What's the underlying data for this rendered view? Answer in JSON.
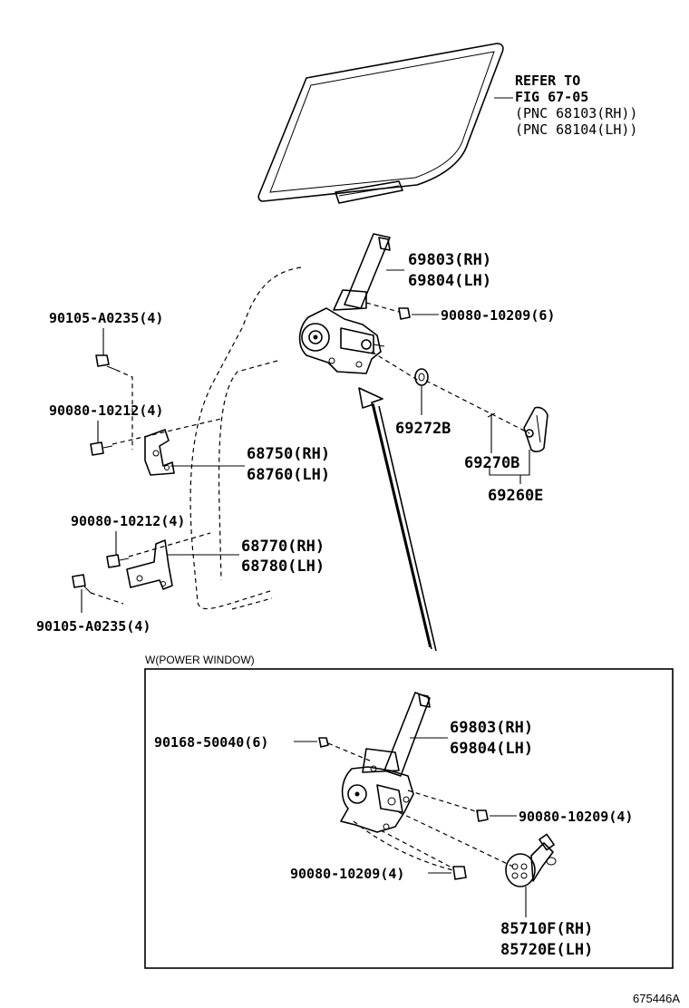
{
  "refer": {
    "line1": "REFER TO",
    "line2": "FIG 67-05",
    "line3": "(PNC 68103(RH))",
    "line4": "(PNC 68104(LH))"
  },
  "parts": {
    "regulator_rh": "69803(RH)",
    "regulator_lh": "69804(LH)",
    "bolt_top": "90080-10209(6)",
    "screw_upper": "90105-A0235(4)",
    "bolt_upper_hinge": "90080-10212(4)",
    "hinge_upper_rh": "68750(RH)",
    "hinge_upper_lh": "68760(LH)",
    "bolt_lower_hinge": "90080-10212(4)",
    "hinge_lower_rh": "68770(RH)",
    "hinge_lower_lh": "68780(LH)",
    "screw_lower": "90105-A0235(4)",
    "washer": "69272B",
    "handle": "69270B",
    "handle_set": "69260E"
  },
  "power_window": {
    "title": "W(POWER WINDOW)",
    "screw": "90168-50040(6)",
    "regulator_rh": "69803(RH)",
    "regulator_lh": "69804(LH)",
    "bolt_right": "90080-10209(4)",
    "bolt_left": "90080-10209(4)",
    "motor_rh": "85710F(RH)",
    "motor_lh": "85720E(LH)"
  },
  "figure_id": "675446A"
}
